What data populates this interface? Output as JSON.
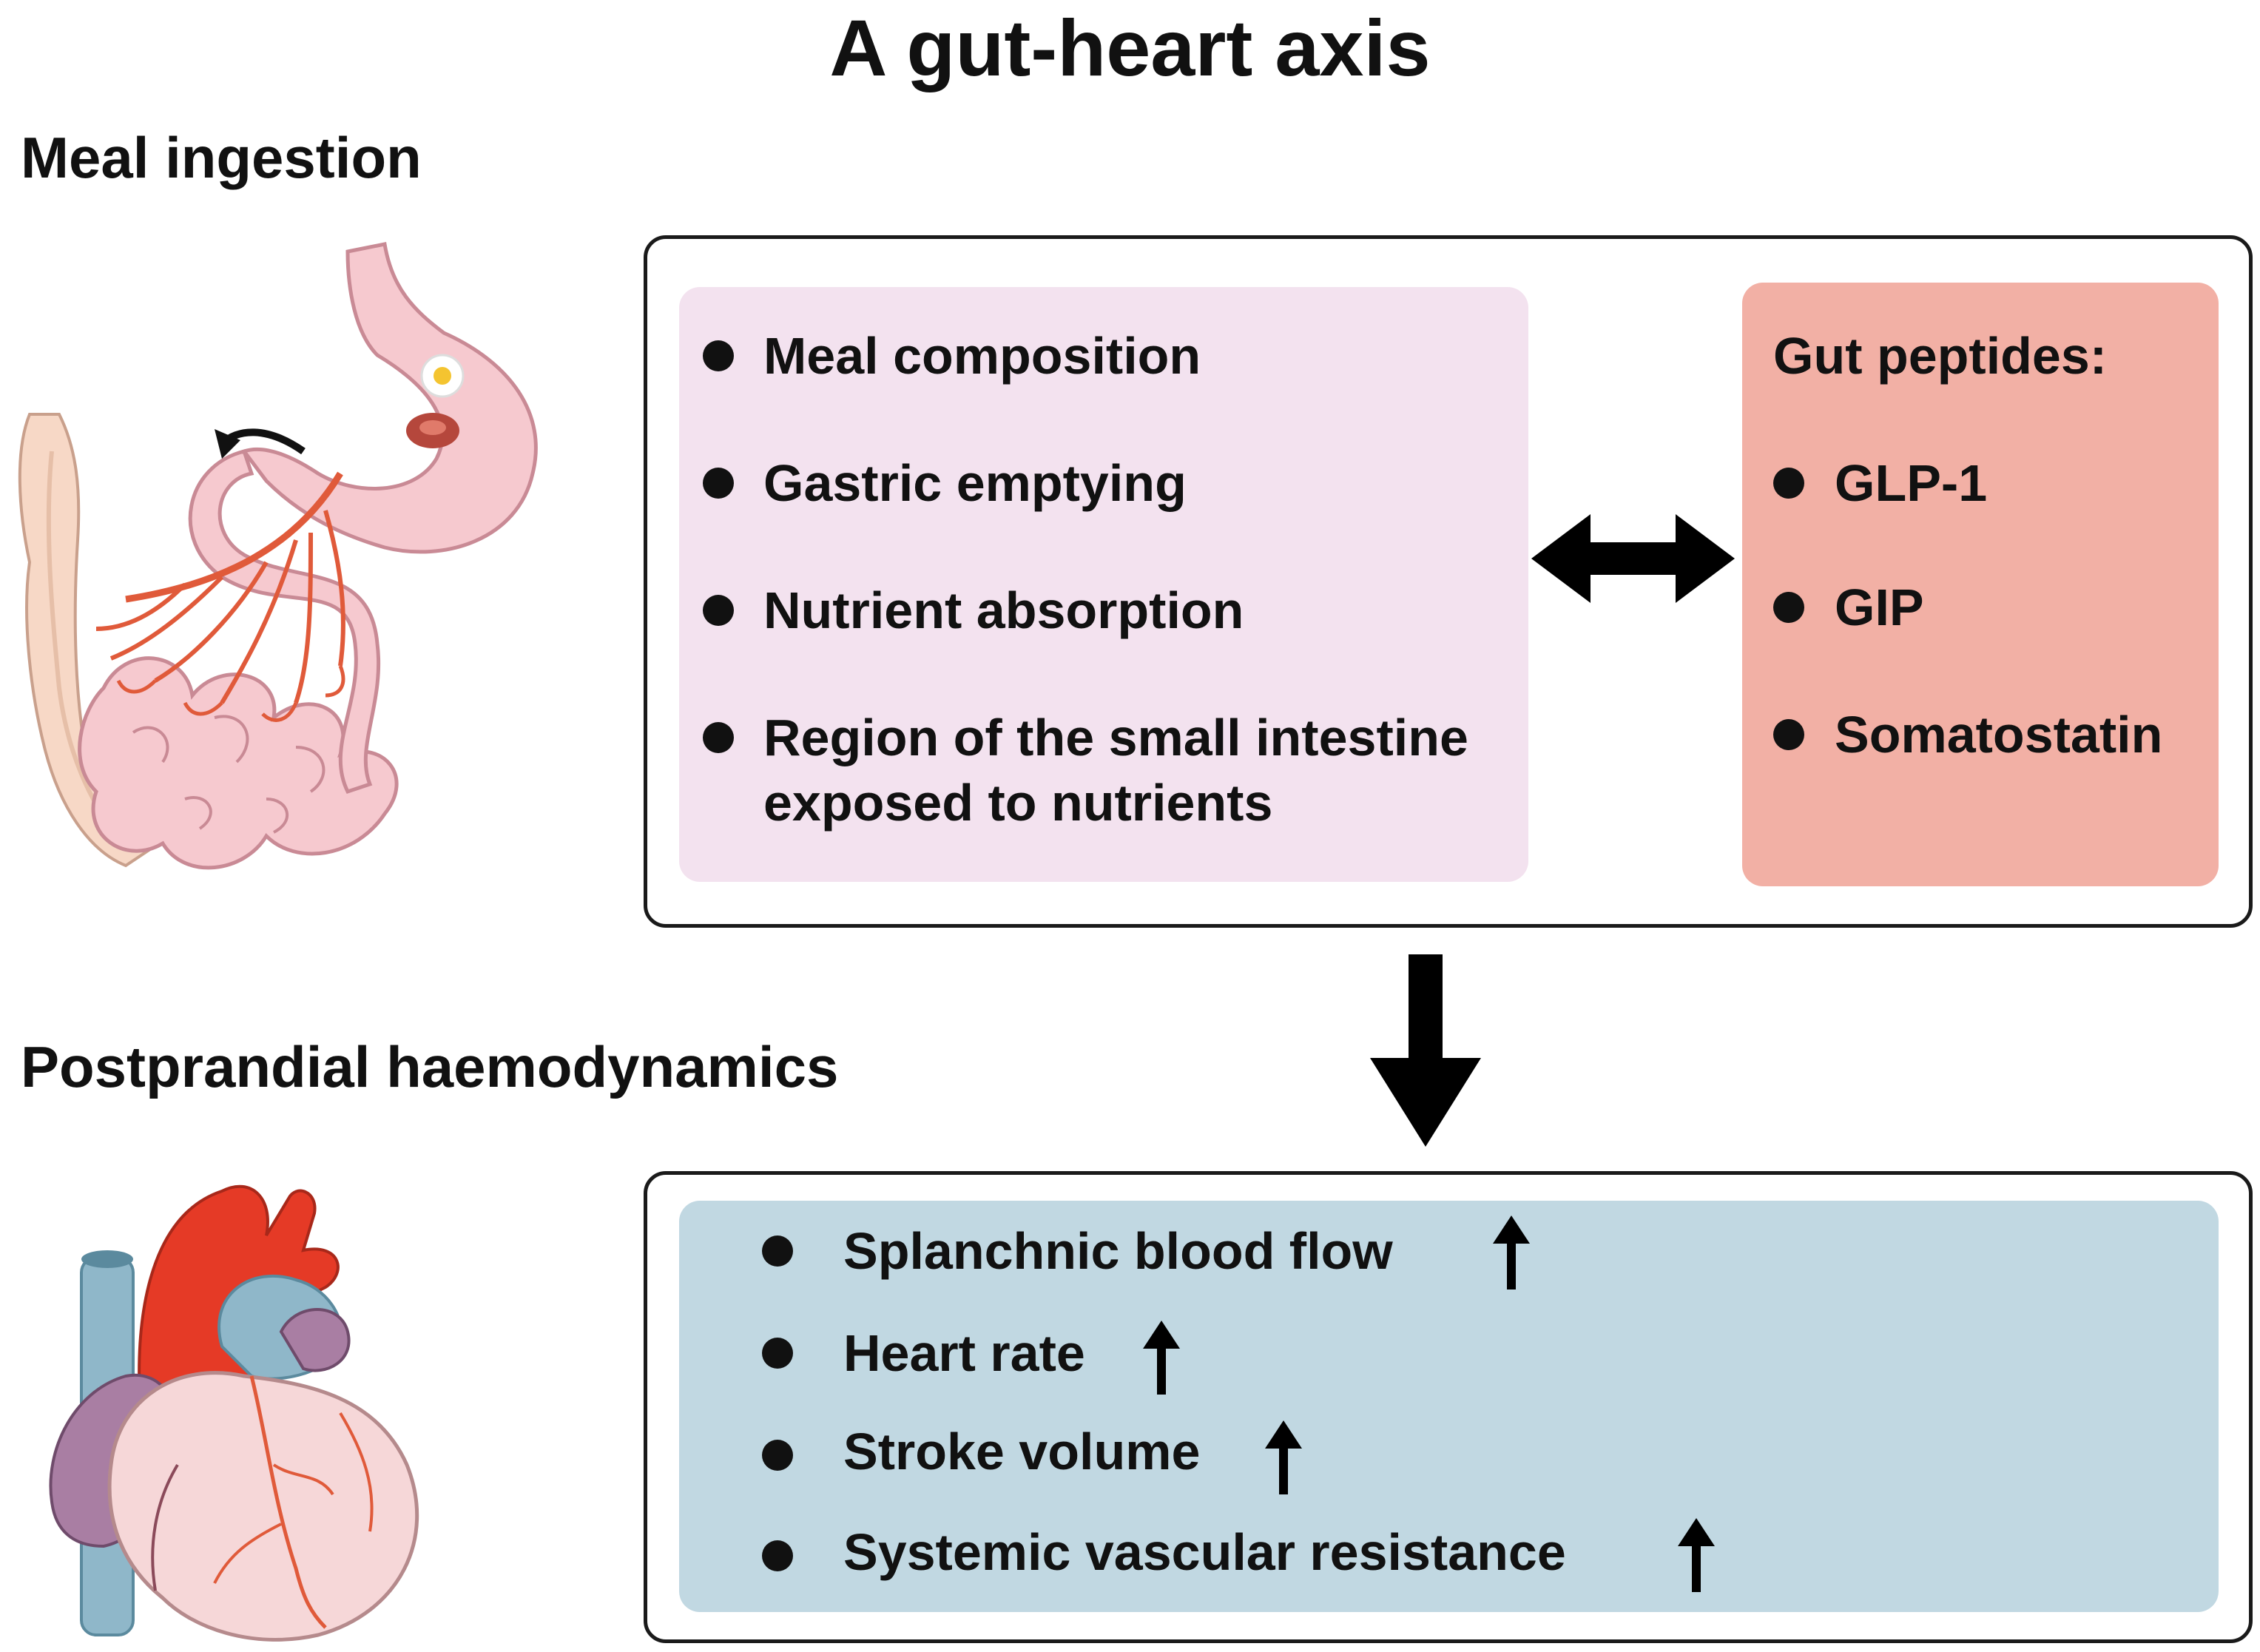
{
  "title": "A gut-heart axis",
  "meal_heading": "Meal ingestion",
  "haemo_heading": "Postprandial haemodynamics",
  "meal_factors": [
    {
      "label": "Meal composition"
    },
    {
      "label": "Gastric emptying"
    },
    {
      "label": "Nutrient absorption"
    },
    {
      "label_line1": "Region of the small intestine",
      "label_line2": "exposed to nutrients"
    }
  ],
  "gut_peptides": {
    "title": "Gut peptides:",
    "items": [
      "GLP-1",
      "GIP",
      "Somatostatin"
    ]
  },
  "haemodynamic_effects": [
    {
      "label": "Splanchnic blood flow",
      "direction": "increase"
    },
    {
      "label": "Heart rate",
      "direction": "increase"
    },
    {
      "label": "Stroke volume",
      "direction": "increase"
    },
    {
      "label": "Systemic vascular resistance",
      "direction": "increase"
    }
  ],
  "colors": {
    "factors_panel": "#f3e2ef",
    "peptides_panel": "#f2b0a5",
    "haemo_panel": "#c1d8e2",
    "artery": "#e05a3a",
    "gut_pink": "#f6c9cf",
    "heart_red": "#e53a26",
    "vein_blue": "#8fb7c9",
    "heart_purple": "#a97ea3"
  },
  "icons": [
    "digestive-tract-icon",
    "heart-icon",
    "bidirectional-arrow-icon",
    "down-arrow-icon",
    "up-arrow-icon"
  ]
}
